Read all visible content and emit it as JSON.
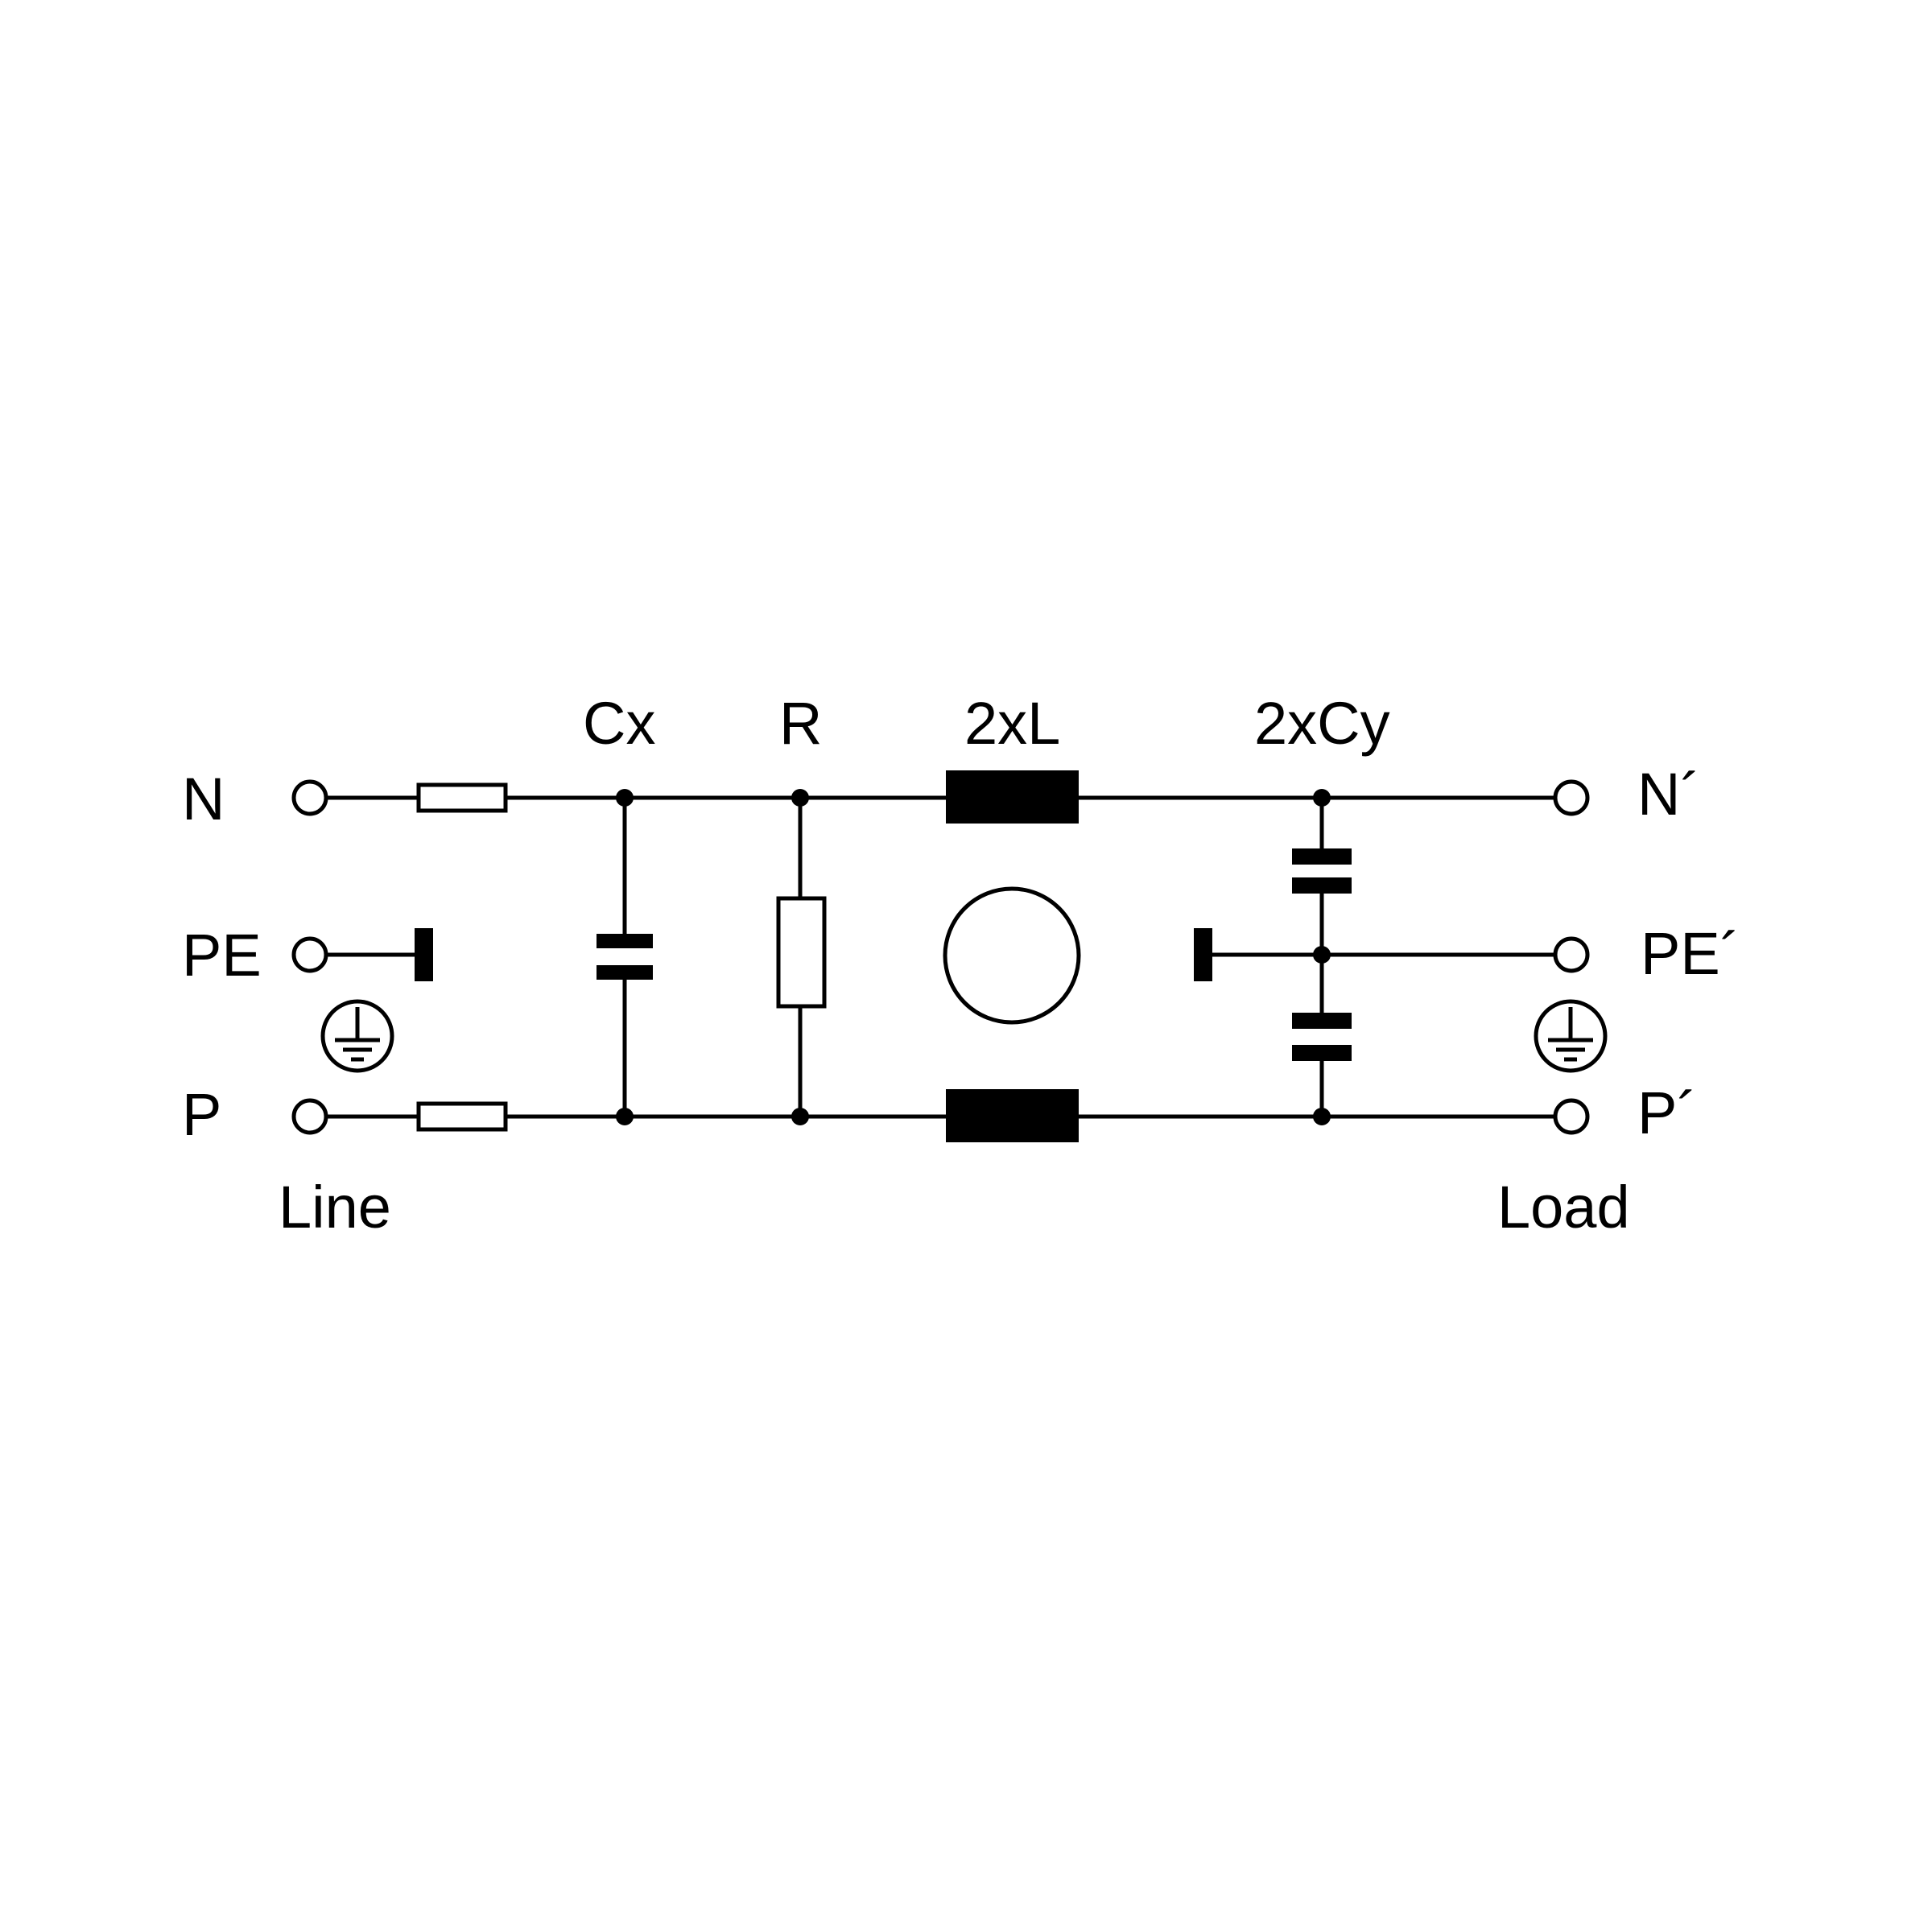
{
  "terminals": {
    "line_n": "N",
    "line_pe": "PE",
    "line_p": "P",
    "load_n": "N´",
    "load_pe": "PE´",
    "load_p": "P´"
  },
  "sides": {
    "line": "Line",
    "load": "Load"
  },
  "components": {
    "cx": "Cx",
    "r": "R",
    "l": "2xL",
    "cy": "2xCy"
  },
  "icons": [
    "terminal-icon",
    "fuse-icon",
    "capacitor-icon",
    "resistor-icon",
    "inductor-icon",
    "core-icon",
    "earth-icon",
    "junction-dot-icon"
  ],
  "colors": {
    "ink": "#000000",
    "background": "#ffffff"
  }
}
